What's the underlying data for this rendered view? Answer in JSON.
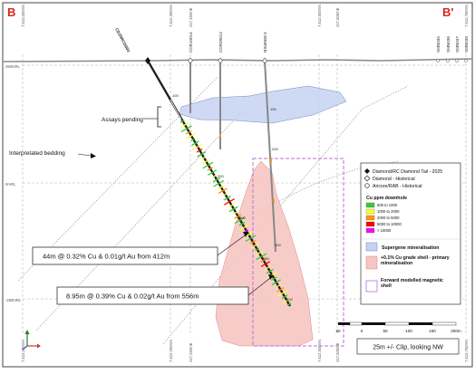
{
  "section": {
    "left_label": "B",
    "right_label": "B'",
    "label_color": "#d9261c"
  },
  "elevations": [
    "250mRL",
    "0mRL",
    "-250mRL"
  ],
  "northings_top": [
    "7,612,000mN",
    "7,612,250mN",
    "7,612,500mN",
    "7,612,750mN"
  ],
  "eastings_top": [
    "417,250mE",
    "417,500mE"
  ],
  "northings_bottom": [
    "7,612,000mN",
    "7,612,250mN",
    "7,612,500mN",
    "7,612,750mN"
  ],
  "eastings_bottom": [
    "417,250mE",
    "417,500mE"
  ],
  "drillholes": {
    "main": "CD25RCD003",
    "others": [
      "CDR10014",
      "CDR09013",
      "NSMN08-4",
      "SMN035",
      "SMN036",
      "SMN037",
      "SMN038"
    ]
  },
  "depth_marks": [
    "100",
    "200",
    "300",
    "400",
    "500",
    "100",
    "200",
    "300"
  ],
  "annotations": {
    "assays_pending": "Assays pending",
    "interpreted_bedding": "Interpretated bedding"
  },
  "callouts": [
    "44m @ 0.32% Cu & 0.01g/t Au from 412m",
    "8.95m @ 0.39% Cu & 0.02g/t Au from 556m"
  ],
  "legend": {
    "hole_types": [
      {
        "symbol": "filled-diamond",
        "label": "Diamond/RC Diamond Tail - 2025"
      },
      {
        "symbol": "open-diamond",
        "label": "Diamond - Historical"
      },
      {
        "symbol": "open-circle",
        "label": "Aircore/RAB - Historical"
      }
    ],
    "cu_title": "Cu ppm downhole",
    "cu_bins": [
      {
        "label": "500 to 1000",
        "color": "#33cc33"
      },
      {
        "label": "1000 to 2000",
        "color": "#ffff33"
      },
      {
        "label": "2000 to 5000",
        "color": "#ff9900"
      },
      {
        "label": "5000 to 10000",
        "color": "#ff0000"
      },
      {
        "label": "> 10000",
        "color": "#ff00ff"
      }
    ],
    "zones": [
      {
        "label": "Supergene mineralisation",
        "color": "#c5d4f2",
        "stroke": "#6f86c4"
      },
      {
        "label": "+0.1% Cu grade shell - primary mineralisation",
        "color": "#f6c6c2",
        "stroke": "#d98a86"
      },
      {
        "label": "Forward modelled magnetic shell",
        "color": "#ffffff",
        "stroke": "#b86fd9"
      }
    ]
  },
  "scale_bar": {
    "ticks": [
      "50",
      "0",
      "50",
      "100",
      "150",
      "200m"
    ]
  },
  "clip_note": "25m +/- Clip, looking NW",
  "colors": {
    "topo": "#888888",
    "grid": "#9a9a9a",
    "supergene": "#c5d4f2",
    "grade_shell": "#f6c6c2",
    "mag_shell": "#b86fd9"
  }
}
